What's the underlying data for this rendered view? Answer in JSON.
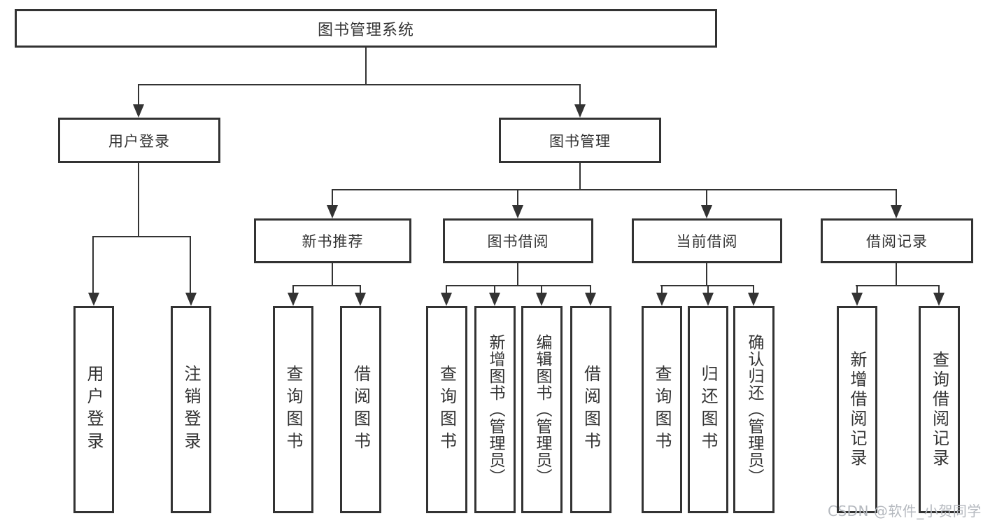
{
  "tree": {
    "label": "图书管理系统",
    "children": [
      {
        "label": "用户登录",
        "children": [
          {
            "label": "用户登录"
          },
          {
            "label": "注销登录"
          }
        ]
      },
      {
        "label": "图书管理",
        "children": [
          {
            "label": "新书推荐",
            "children": [
              {
                "label": "查询图书"
              },
              {
                "label": "借阅图书"
              }
            ]
          },
          {
            "label": "图书借阅",
            "children": [
              {
                "label": "查询图书"
              },
              {
                "label": "新增图书（管理员）"
              },
              {
                "label": "编辑图书（管理员）"
              },
              {
                "label": "借阅图书"
              }
            ]
          },
          {
            "label": "当前借阅",
            "children": [
              {
                "label": "查询图书"
              },
              {
                "label": "归还图书"
              },
              {
                "label": "确认归还（管理员）"
              }
            ]
          },
          {
            "label": "借阅记录",
            "children": [
              {
                "label": "新增借阅记录"
              },
              {
                "label": "查询借阅记录"
              }
            ]
          }
        ]
      }
    ]
  },
  "watermark": {
    "text": "CSDN @软件_小贺同学"
  },
  "colors": {
    "line": "#333333",
    "text": "#333333",
    "watermark": "#b5b9bf",
    "background": "#ffffff"
  }
}
